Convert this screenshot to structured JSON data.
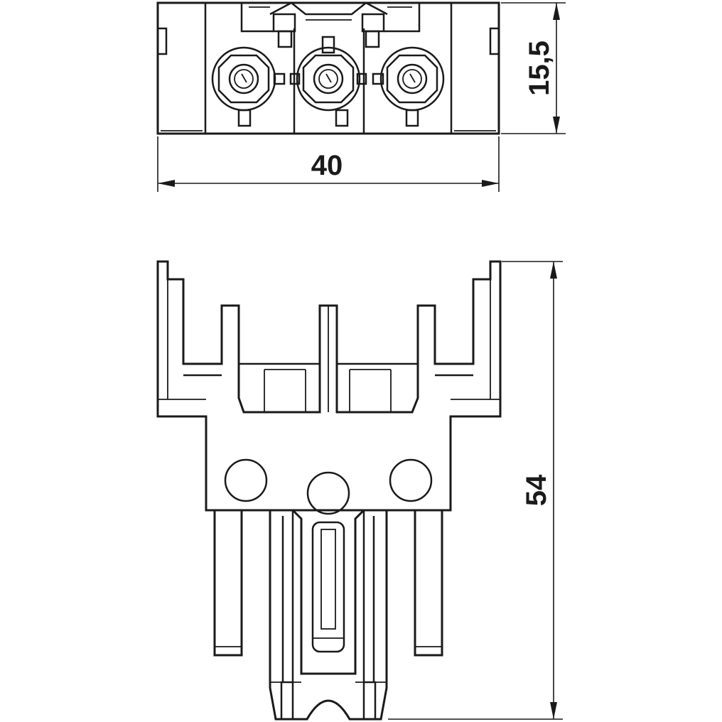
{
  "drawing": {
    "dimensions": {
      "width_label": "40",
      "top_height_label": "15,5",
      "side_height_label": "54"
    },
    "colors": {
      "line": "#1a1a1a",
      "background": "#ffffff"
    }
  }
}
